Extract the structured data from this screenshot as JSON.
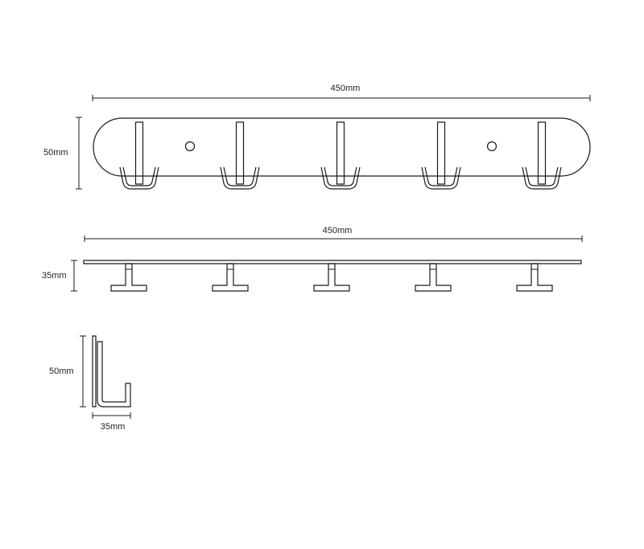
{
  "views": {
    "front": {
      "width_label": "450mm",
      "height_label": "50mm",
      "hook_count": 5,
      "mount_hole_count": 2
    },
    "top": {
      "width_label": "450mm",
      "depth_label": "35mm",
      "hook_count": 5
    },
    "side": {
      "height_label": "50mm",
      "depth_label": "35mm"
    }
  },
  "colors": {
    "line": "#1a1a1a",
    "text": "#222222",
    "background": "#ffffff"
  }
}
